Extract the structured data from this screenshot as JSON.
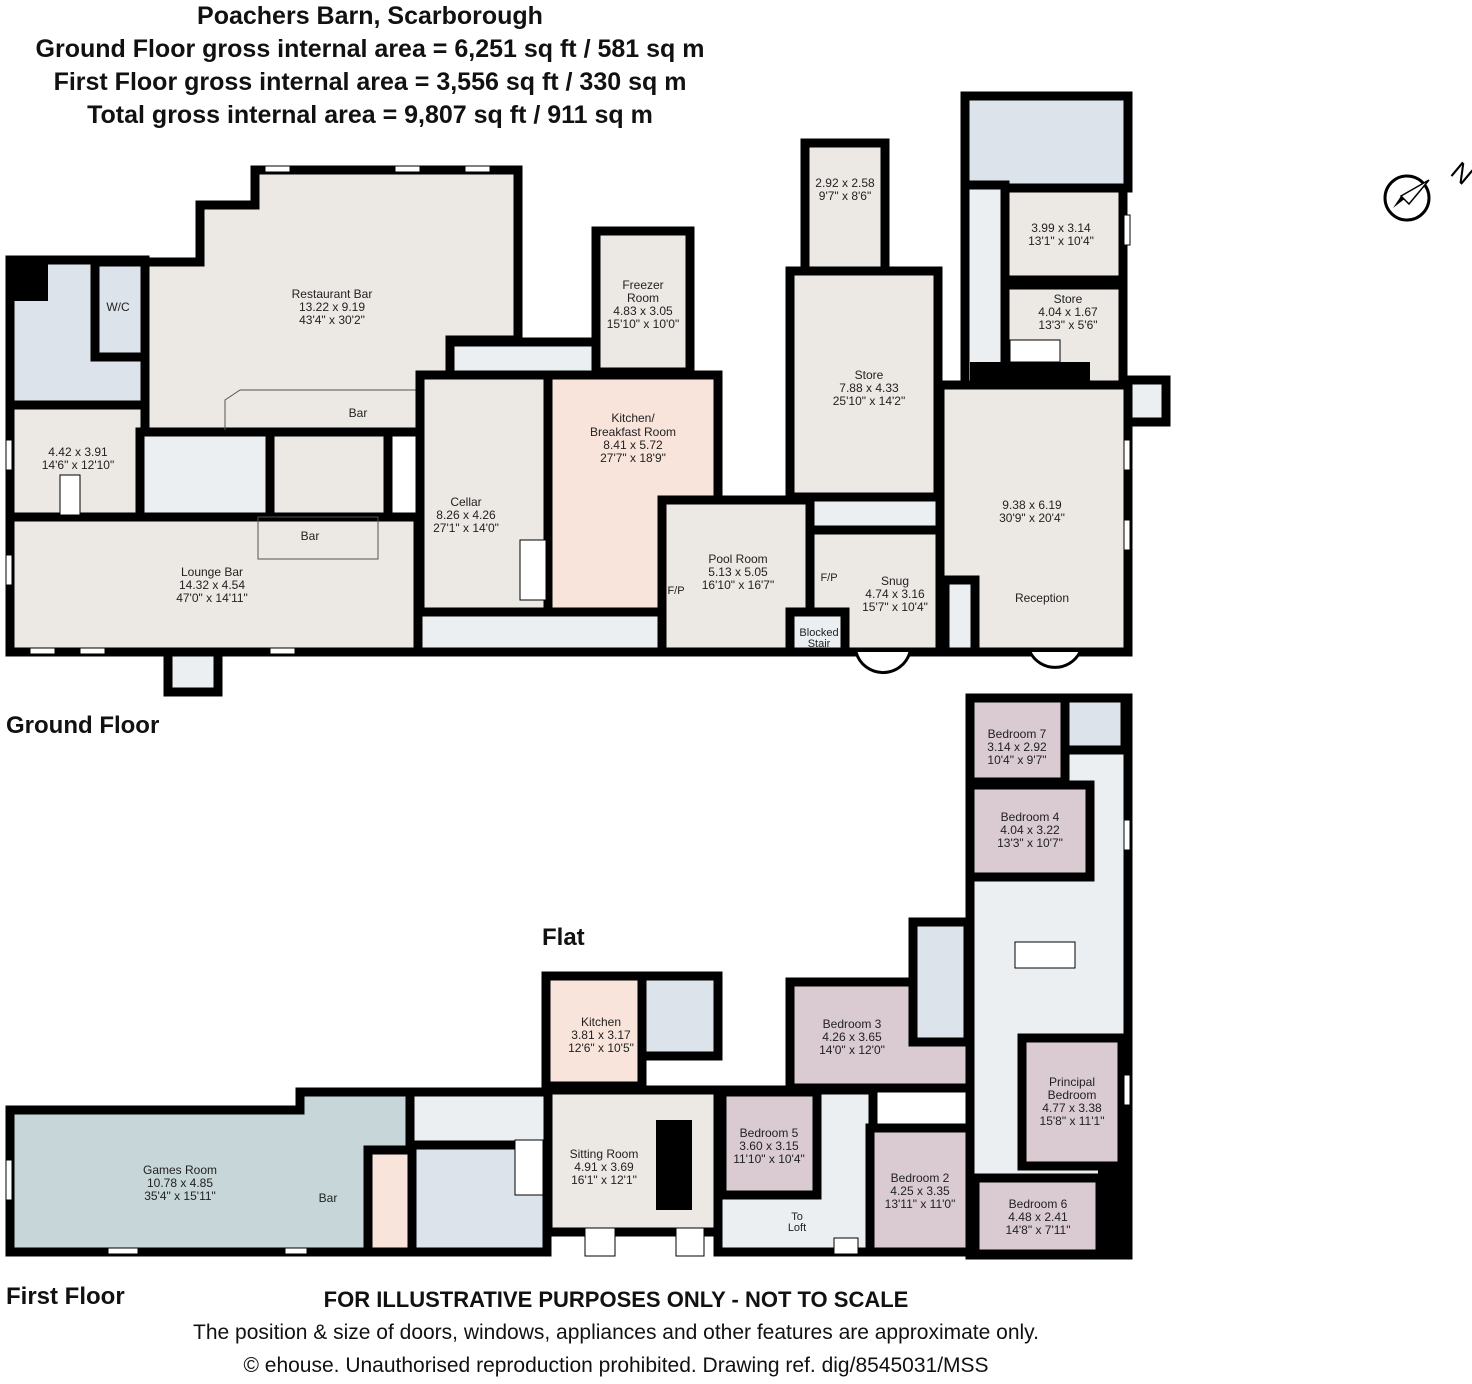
{
  "header": {
    "title": "Poachers Barn, Scarborough",
    "ground_area": "Ground Floor gross internal area = 6,251 sq ft / 581 sq m",
    "first_area": "First Floor gross internal area = 3,556 sq ft / 330 sq m",
    "total_area": "Total gross internal area = 9,807 sq ft / 911 sq m"
  },
  "floors": {
    "ground": "Ground Floor",
    "first": "First Floor",
    "flat": "Flat"
  },
  "compass": {
    "label": "N",
    "icon": "north-arrow-icon"
  },
  "ground_rooms": {
    "restaurant": {
      "name": "Restaurant Bar",
      "metric": "13.22 x 9.19",
      "imperial": "43'4\" x 30'2\""
    },
    "wc": {
      "name": "W/C"
    },
    "bar1": {
      "name": "Bar"
    },
    "bar2": {
      "name": "Bar"
    },
    "hall_left": {
      "metric": "4.42 x 3.91",
      "imperial": "14'6\" x 12'10\""
    },
    "lounge": {
      "name": "Lounge Bar",
      "metric": "14.32 x 4.54",
      "imperial": "47'0\" x 14'11\""
    },
    "cellar": {
      "name": "Cellar",
      "metric": "8.26 x 4.26",
      "imperial": "27'1\" x 14'0\""
    },
    "freezer": {
      "name1": "Freezer",
      "name2": "Room",
      "metric": "4.83 x 3.05",
      "imperial": "15'10\" x 10'0\""
    },
    "kitchen": {
      "name1": "Kitchen/",
      "name2": "Breakfast Room",
      "metric": "8.41 x 5.72",
      "imperial": "27'7\" x 18'9\""
    },
    "pool": {
      "name": "Pool Room",
      "metric": "5.13 x 5.05",
      "imperial": "16'10\" x 16'7\""
    },
    "fp1": {
      "name": "F/P"
    },
    "fp2": {
      "name": "F/P"
    },
    "store_small": {
      "metric": "2.92 x 2.58",
      "imperial": "9'7\" x 8'6\""
    },
    "store_large": {
      "name": "Store",
      "metric": "7.88 x 4.33",
      "imperial": "25'10\" x 14'2\""
    },
    "room_399": {
      "metric": "3.99 x 3.14",
      "imperial": "13'1\" x 10'4\""
    },
    "store_404": {
      "name": "Store",
      "metric": "4.04 x 1.67",
      "imperial": "13'3\" x 5'6\""
    },
    "main_938": {
      "metric": "9.38 x 6.19",
      "imperial": "30'9\" x 20'4\""
    },
    "snug": {
      "name": "Snug",
      "metric": "4.74 x 3.16",
      "imperial": "15'7\" x 10'4\""
    },
    "reception": {
      "name": "Reception"
    },
    "blocked": {
      "name1": "Blocked",
      "name2": "Stair"
    }
  },
  "first_rooms": {
    "games": {
      "name": "Games Room",
      "metric": "10.78 x 4.85",
      "imperial": "35'4\" x 15'11\""
    },
    "bar": {
      "name": "Bar"
    },
    "kitchen": {
      "name": "Kitchen",
      "metric": "3.81 x 3.17",
      "imperial": "12'6\" x 10'5\""
    },
    "sitting": {
      "name": "Sitting Room",
      "metric": "4.91 x 3.69",
      "imperial": "16'1\" x 12'1\""
    },
    "bed5": {
      "name": "Bedroom 5",
      "metric": "3.60 x 3.15",
      "imperial": "11'10\" x 10'4\""
    },
    "bed3": {
      "name": "Bedroom 3",
      "metric": "4.26 x 3.65",
      "imperial": "14'0\" x 12'0\""
    },
    "bed7": {
      "name": "Bedroom 7",
      "metric": "3.14 x 2.92",
      "imperial": "10'4\" x 9'7\""
    },
    "bed4": {
      "name": "Bedroom 4",
      "metric": "4.04 x 3.22",
      "imperial": "13'3\" x 10'7\""
    },
    "principal": {
      "name1": "Principal",
      "name2": "Bedroom",
      "metric": "4.77 x 3.38",
      "imperial": "15'8\" x 11'1\""
    },
    "bed2": {
      "name": "Bedroom 2",
      "metric": "4.25 x 3.35",
      "imperial": "13'11\" x 11'0\""
    },
    "bed6": {
      "name": "Bedroom 6",
      "metric": "4.48 x 2.41",
      "imperial": "14'8\" x 7'11\""
    },
    "loft": {
      "name1": "To",
      "name2": "Loft"
    }
  },
  "footer": {
    "disclaimer": "FOR ILLUSTRATIVE PURPOSES ONLY - NOT TO SCALE",
    "note": "The position & size of doors, windows, appliances and other features are approximate only.",
    "copyright": "© ehouse. Unauthorised reproduction prohibited. Drawing ref. dig/8545031/MSS"
  },
  "colors": {
    "room": "#ece8e4",
    "bathroom": "#dde3ea",
    "kitchen": "#f8e4da",
    "games_room": "#c7d6d9",
    "bedroom": "#d9cbd1",
    "wall": "#000000"
  }
}
